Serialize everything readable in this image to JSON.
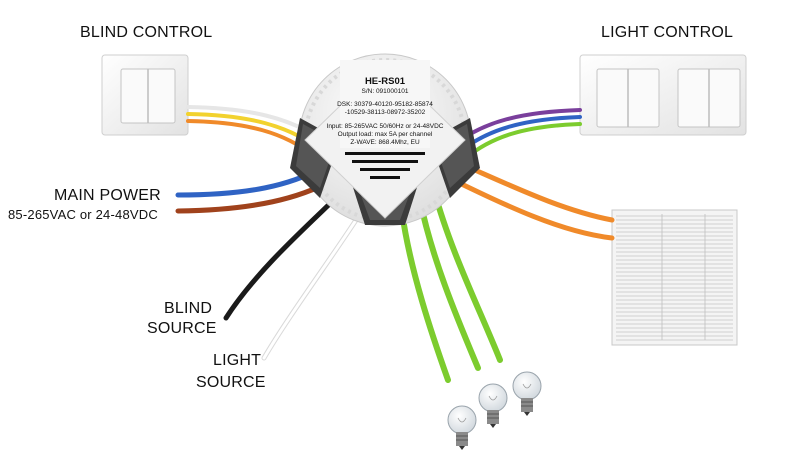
{
  "labels": {
    "blind_control": "BLIND CONTROL",
    "light_control": "LIGHT CONTROL",
    "main_power": "MAIN POWER",
    "main_power_spec": "85-265VAC or 24-48VDC",
    "blind_source_line1": "BLIND",
    "blind_source_line2": "SOURCE",
    "light_source_line1": "LIGHT",
    "light_source_line2": "SOURCE"
  },
  "module": {
    "model": "HE-RS01",
    "serial": "S/N: 091000101",
    "dsk_line1": "DSK: 30379-40120-95182-85874",
    "dsk_line2": "-10529-38113-08972-35202",
    "input": "Input: 85-265VAC 50/60Hz or 24-48VDC",
    "output": "Output load: max 5A per channel",
    "zwave": "Z-WAVE: 868.4Mhz, EU"
  },
  "colors": {
    "wire_blue": "#2f63c4",
    "wire_brown": "#a0421c",
    "wire_black": "#1a1a1a",
    "wire_white": "#e6e6e6",
    "wire_green": "#7ccc2e",
    "wire_orange": "#f08a2a",
    "wire_purple": "#7a3f9c",
    "wire_yellow": "#f2d22e",
    "switch_plate": "#f7f7f7"
  }
}
